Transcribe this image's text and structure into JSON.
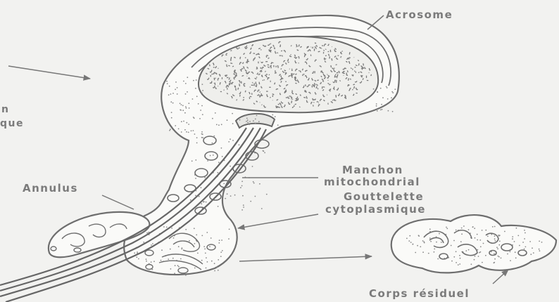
{
  "labels": {
    "acrosome": "Acrosome",
    "manchon_line1": "Manchon",
    "manchon_line2": "mitochondrial",
    "gouttelette_line1": "Gouttelette",
    "gouttelette_line2": "cytoplasmique",
    "annulus": "Annulus",
    "corps_residuel": "Corps résiduel",
    "left_fragment_top": "n",
    "left_fragment_bottom": "que"
  }
}
